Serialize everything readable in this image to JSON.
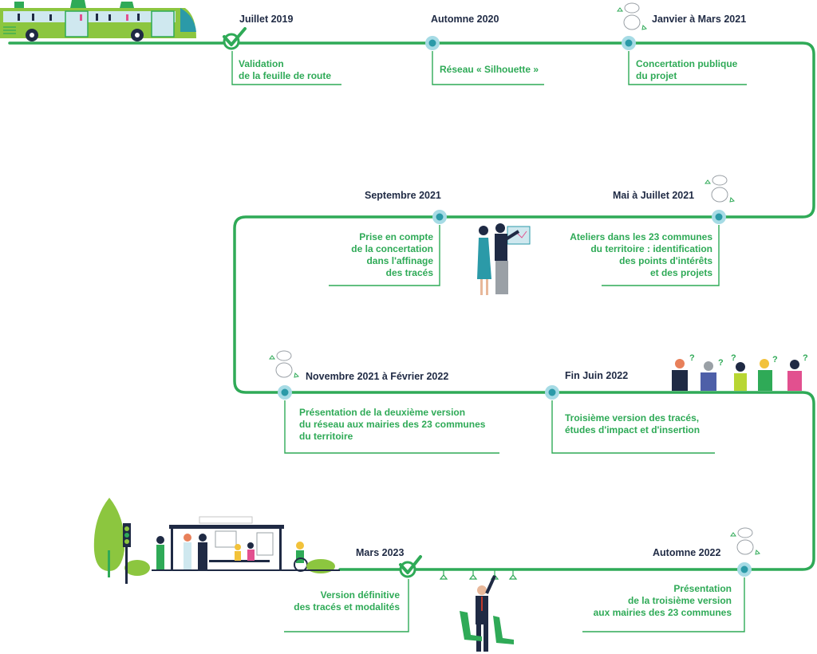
{
  "colors": {
    "route": "#2faa57",
    "node_outer": "#a6dbe5",
    "node_inner": "#2b9aa8",
    "date_text": "#1f2a44",
    "desc_text": "#2faa57",
    "bus_body": "#8cc63f",
    "bus_roof": "#2faa57"
  },
  "milestones": [
    {
      "id": "m1",
      "date": "Juillet 2019",
      "marker": "check",
      "desc": [
        "Validation",
        "de la feuille de route"
      ]
    },
    {
      "id": "m2",
      "date": "Automne 2020",
      "marker": "node",
      "desc": [
        "Réseau « Silhouette »"
      ]
    },
    {
      "id": "m3",
      "date": "Janvier à Mars 2021",
      "marker": "node",
      "desc": [
        "Concertation publique",
        "du projet"
      ]
    },
    {
      "id": "m4",
      "date": "Mai à Juillet 2021",
      "marker": "node",
      "desc": [
        "Ateliers dans les 23 communes",
        "du territoire : identification",
        "des points d'intérêts",
        "et des projets"
      ]
    },
    {
      "id": "m5",
      "date": "Septembre 2021",
      "marker": "node",
      "desc": [
        "Prise en compte",
        "de la concertation",
        "dans l'affinage",
        "des tracés"
      ]
    },
    {
      "id": "m6",
      "date": "Novembre 2021 à Février 2022",
      "marker": "node",
      "desc": [
        "Présentation de la deuxième version",
        "du réseau aux mairies des 23 communes",
        "du territoire"
      ]
    },
    {
      "id": "m7",
      "date": "Fin Juin 2022",
      "marker": "node",
      "desc": [
        "Troisième version des tracés,",
        "études d'impact et d'insertion"
      ]
    },
    {
      "id": "m8",
      "date": "Automne 2022",
      "marker": "node",
      "desc": [
        "Présentation",
        "de la troisième version",
        "aux mairies des 23 communes"
      ]
    },
    {
      "id": "m9",
      "date": "Mars 2023",
      "marker": "check",
      "desc": [
        "Version définitive",
        "des tracés et modalités"
      ]
    }
  ],
  "illustrations": [
    {
      "name": "bus-illustration"
    },
    {
      "name": "speech-bubbles-icon"
    },
    {
      "name": "couple-with-map-illustration"
    },
    {
      "name": "people-with-questions-illustration"
    },
    {
      "name": "bus-stop-illustration"
    },
    {
      "name": "tree-icon"
    },
    {
      "name": "traffic-light-icon"
    },
    {
      "name": "passenger-standing-illustration"
    }
  ]
}
